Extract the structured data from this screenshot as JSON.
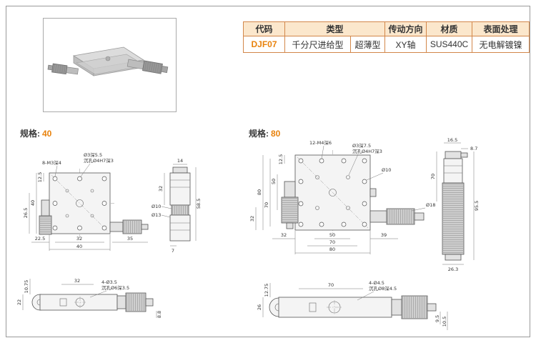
{
  "colors": {
    "accent": "#e8820c",
    "table_border": "#d2874a",
    "table_header_bg": "#fbe7cc"
  },
  "product_table": {
    "headers": {
      "code": "代码",
      "type": "类型",
      "direction": "传动方向",
      "material": "材质",
      "surface": "表面处理"
    },
    "row": {
      "code": "DJF07",
      "type_main": "千分尺进给型",
      "type_sub": "超薄型",
      "direction": "XY轴",
      "material": "SUS440C",
      "surface": "无电解镀镍"
    }
  },
  "sections": {
    "spec40": {
      "label": "规格:",
      "size": "40"
    },
    "spec80": {
      "label": "规格:",
      "size": "80"
    }
  },
  "spec40_dims": {
    "top_note": "8-M3深4",
    "hole_note": "Ø3深5.5",
    "cbore_note": "沉孔Ø4H7深3",
    "left_12_5": "12.5",
    "left_40": "40",
    "left_26_5": "26.5",
    "bottom_22_5": "22.5",
    "bottom_32": "32",
    "bottom_40": "40",
    "bottom_35": "35",
    "side_14": "14",
    "side_32": "32",
    "side_58_5": "58.5",
    "side_d10": "Ø10",
    "side_d13": "Ø13",
    "side_7": "7",
    "bv_32": "32",
    "bv_note1": "4-Ø3.5",
    "bv_note2": "沉孔Ø6深3.5",
    "bv_10_75": "10.75",
    "bv_22": "22",
    "bv_8_8": "8.8"
  },
  "spec80_dims": {
    "top_note": "12-M4深6",
    "hole_note": "Ø3深7.5",
    "cbore_note": "沉孔Ø4H7深3",
    "d10_note": "Ø10",
    "left_12_5": "12.5",
    "left_80": "80",
    "left_70": "70",
    "left_50": "50",
    "left_32": "32",
    "bottom_50": "50",
    "bottom_70": "70",
    "bottom_80": "80",
    "bottom_32": "32",
    "bottom_39": "39",
    "d18_note": "Ø18",
    "side_16_5": "16.5",
    "side_8_7": "8.7",
    "side_70": "70",
    "side_95_5": "95.5",
    "side_26_3": "26.3",
    "bv_70": "70",
    "bv_note1": "4-Ø4.5",
    "bv_note2": "沉孔Ø8深4.5",
    "bv_12_75": "12.75",
    "bv_26": "26",
    "bv_9_5": "9.5",
    "bv_10_5": "10.5"
  }
}
